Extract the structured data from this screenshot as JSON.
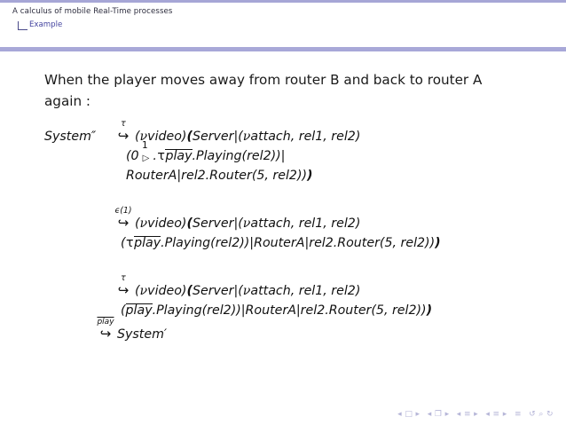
{
  "header": {
    "title": "A calculus of mobile Real-Time processes",
    "subtitle": "Example",
    "rule_color": "#a8a8d8",
    "subtitle_color": "#4646a0"
  },
  "main": {
    "intro": "When the player moves away from router B and back to router A again :"
  },
  "derivation": {
    "steps": [
      {
        "lhs": "System″",
        "arrow_label": "τ",
        "arrow_glyph": "↪",
        "lines": [
          "(νvideo)(Server|(νattach, rel1, rel2)",
          "(0 ▷¹ .τ play.Playing(rel2))|",
          "RouterA|rel2.Router(5, rel2)))"
        ]
      },
      {
        "lhs": "",
        "arrow_label": "ϵ(1)",
        "arrow_glyph": "↪",
        "lines": [
          "(νvideo)(Server|(νattach, rel1, rel2)",
          "(τ play.Playing(rel2))|RouterA|rel2.Router(5, rel2)))"
        ]
      },
      {
        "lhs": "",
        "arrow_label": "τ",
        "arrow_glyph": "↪",
        "lines": [
          "(νvideo)(Server|(νattach, rel1, rel2)",
          "(play.Playing(rel2))|RouterA|rel2.Router(5, rel2)))"
        ]
      },
      {
        "lhs": "",
        "arrow_label": "play",
        "arrow_glyph": "↪",
        "lines": [
          "System′"
        ]
      }
    ],
    "tokens": {
      "nu": "ν",
      "tau": "τ",
      "video": "video",
      "server": "Server",
      "attach": "attach",
      "rel1": "rel1",
      "rel2": "rel2",
      "play": "play",
      "playing": "Playing",
      "routerA": "RouterA",
      "router": "Router",
      "zero": "0",
      "one": "1",
      "five": "5",
      "triangle": "▷",
      "bar": "|",
      "dot": ".",
      "comma": ",",
      "lparen": "(",
      "rparen": ")",
      "system_dprime": "System″",
      "system_prime": "System′",
      "epsilon_one": "ϵ(1)"
    }
  },
  "nav": {
    "items": [
      "◂ □ ▸",
      "◂ ❐ ▸",
      "◂ ≡ ▸",
      "◂ ≡ ▸",
      "≡",
      "↺ ⌕ ↻"
    ],
    "color": "#b6b6d8"
  }
}
